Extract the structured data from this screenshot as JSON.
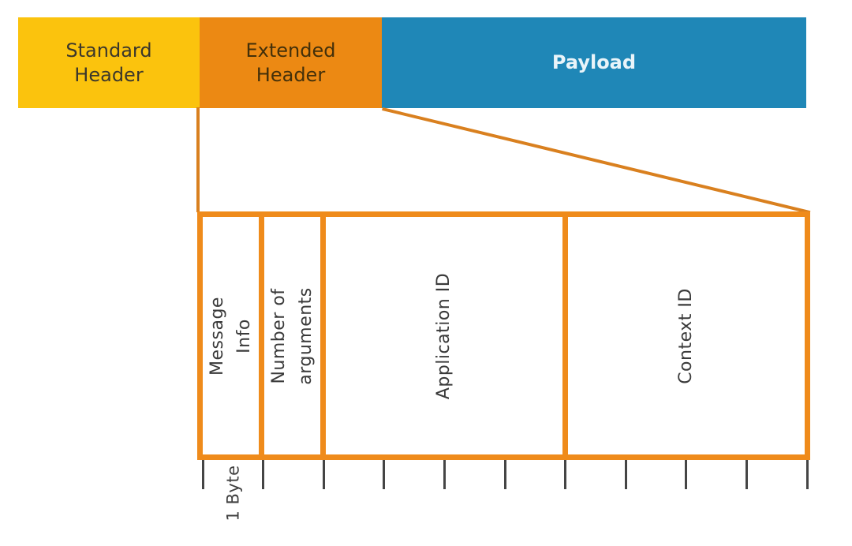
{
  "diagram": {
    "title_bar": {
      "segments": [
        {
          "id": "standard-header",
          "label": "Standard\nHeader",
          "bg": "#FBC30D",
          "text_color": "#3B372C",
          "bold": false
        },
        {
          "id": "extended-header",
          "label": "Extended\nHeader",
          "bg": "#EC8913",
          "text_color": "#43300A",
          "bold": false
        },
        {
          "id": "payload",
          "label": "Payload",
          "bg": "#1F87B7",
          "text_color": "#E9F4F9",
          "bold": true
        }
      ]
    },
    "expanded_fields": [
      {
        "id": "message-info",
        "label": "Message Info",
        "size_bytes": 1
      },
      {
        "id": "number-of-arguments",
        "label": "Number of\narguments",
        "size_bytes": 1
      },
      {
        "id": "application-id",
        "label": "Application ID",
        "size_bytes": 4
      },
      {
        "id": "context-id",
        "label": "Context ID",
        "size_bytes": 4
      }
    ],
    "ruler": {
      "unit_label": "1 Byte",
      "tick_count": 11,
      "total_bytes": 10
    },
    "colors": {
      "standard_header_fill": "#FBC30D",
      "extended_header_fill": "#EC8913",
      "payload_fill": "#1F87B7",
      "detail_box_border": "#EF8B1B",
      "connector_line": "#D9801F",
      "ruler_tick": "#454545",
      "field_text": "#3A3A3A",
      "background": "#FFFFFF"
    }
  }
}
